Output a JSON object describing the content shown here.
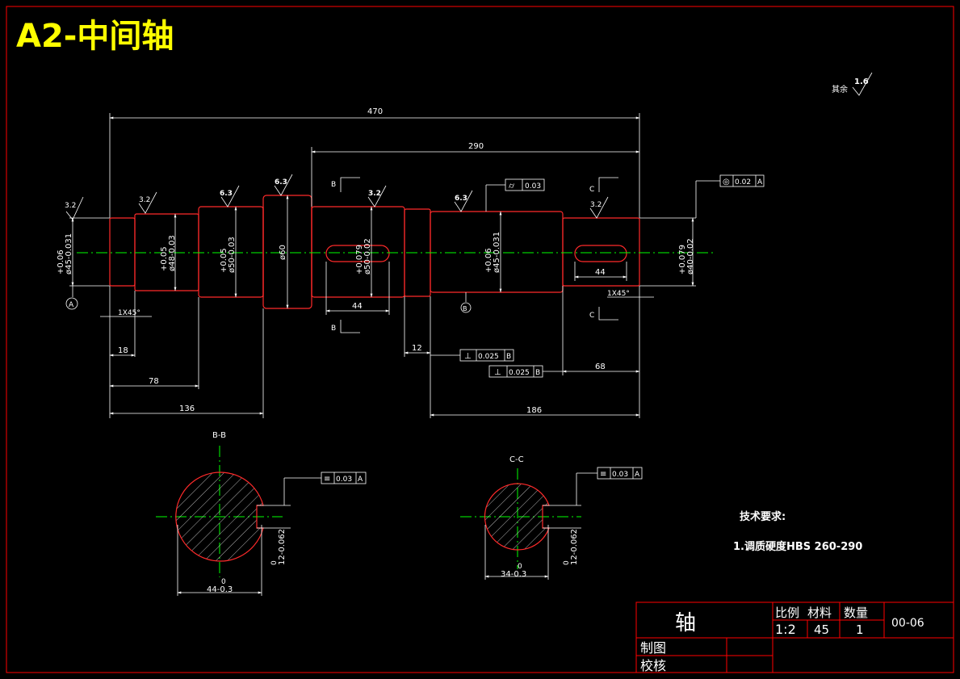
{
  "title": "A2-中间轴",
  "surface_note": {
    "label": "其余",
    "value": "1.6"
  },
  "dimensions": {
    "total_length": "470",
    "d290": "290",
    "d18": "18",
    "d78": "78",
    "d136": "136",
    "d12": "12",
    "d68": "68",
    "d186": "186",
    "key_left": "44",
    "key_right": "44",
    "chamfer_left": "1X45°",
    "chamfer_right": "1X45°"
  },
  "diameters": {
    "d1": {
      "main": "ø45-0.031",
      "tol": "+0.06"
    },
    "d2": {
      "main": "ø48-0.03",
      "tol": "+0.05"
    },
    "d3": {
      "main": "ø50-0.03",
      "tol": "+0.05"
    },
    "d4": {
      "main": "ø60"
    },
    "d5": {
      "main": "ø50-0.02",
      "tol": "+0.079"
    },
    "d6": {
      "main": "ø45-0.031",
      "tol": "+0.06"
    },
    "d7": {
      "main": "ø40-0.02",
      "tol": "+0.079"
    }
  },
  "roughness": {
    "r1": "3.2",
    "r2": "3.2",
    "r3": "6.3",
    "r4": "6.3",
    "r5": "3.2",
    "r6": "6.3",
    "r7": "3.2"
  },
  "datums": {
    "a": "A",
    "b": "B"
  },
  "section_marks": {
    "b": "B",
    "c": "C"
  },
  "tolerances": {
    "cyl": {
      "sym": "⌭",
      "val": "0.03"
    },
    "circ": {
      "sym": "◎",
      "val": "0.02",
      "ref": "A"
    },
    "perp1": {
      "sym": "⊥",
      "val": "0.025",
      "ref": "B"
    },
    "perp2": {
      "sym": "⊥",
      "val": "0.025",
      "ref": "B"
    }
  },
  "section_bb": {
    "label": "B-B",
    "tol": {
      "sym": "≡",
      "val": "0.03",
      "ref": "A"
    },
    "width": "44-0.3",
    "width_top": "0",
    "key": "12-0.062",
    "key_top": "0"
  },
  "section_cc": {
    "label": "C-C",
    "tol": {
      "sym": "≡",
      "val": "0.03",
      "ref": "A"
    },
    "width": "34-0.3",
    "width_top": "0",
    "key": "12-0.062",
    "key_top": "0"
  },
  "tech_req": {
    "heading": "技术要求:",
    "item1": "1.调质硬度HBS   260-290"
  },
  "title_block": {
    "part": "轴",
    "scale_label": "比例",
    "material_label": "材料",
    "qty_label": "数量",
    "scale": "1:2",
    "material": "45",
    "qty": "1",
    "code": "00-06",
    "drawn": "制图",
    "checked": "校核"
  },
  "colors": {
    "border": "#ff0000",
    "outline": "#ff2a2a",
    "centerline": "#00ff00",
    "title": "#ffff00",
    "text": "#ffffff"
  }
}
